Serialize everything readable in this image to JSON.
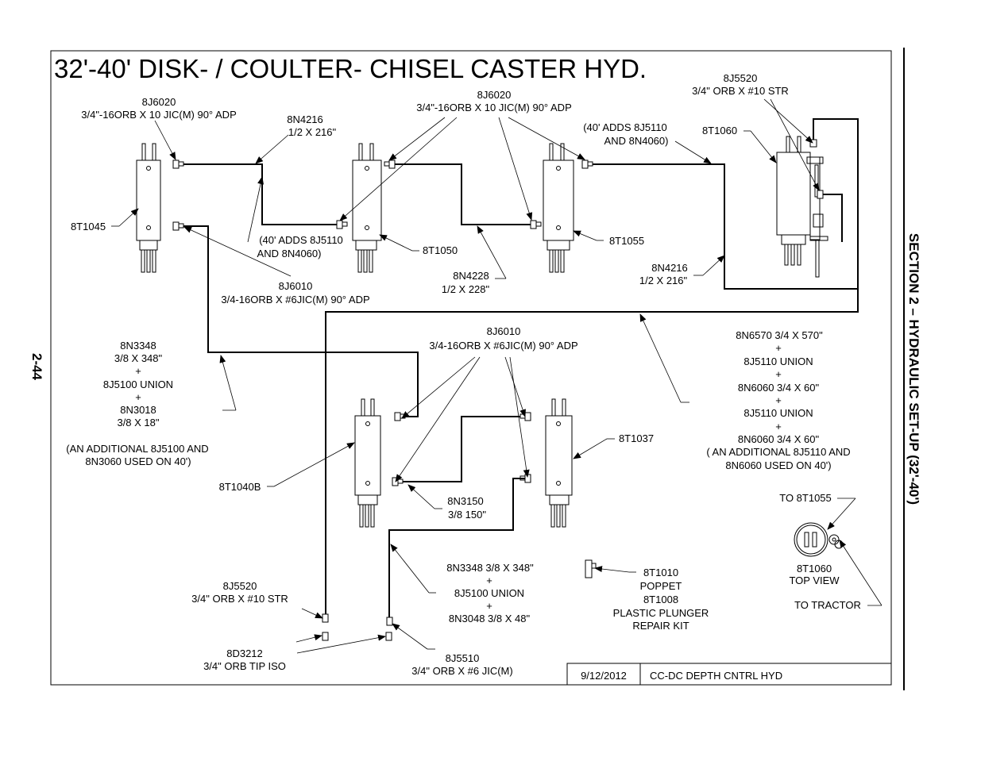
{
  "title": "32'-40' DISK- / COULTER- CHISEL CASTER HYD.",
  "section_label": "SECTION 2 – HYDRAULIC SET-UP (32'-40')",
  "page_number": "2-44",
  "footer": {
    "date": "9/12/2012",
    "drawing_name": "CC-DC DEPTH CNTRL HYD"
  },
  "labels": {
    "a1": "8J6020",
    "a2": "3/4\"-16ORB X 10 JIC(M) 90° ADP",
    "b1": "8N4216",
    "b2": "1/2 X 216\"",
    "c1": "8J6020",
    "c2": "3/4\"-16ORB X 10 JIC(M) 90° ADP",
    "d1": "8J5520",
    "d2": "3/4\" ORB X #10 STR",
    "e1": "(40' ADDS 8J5110",
    "e2": "AND 8N4060)",
    "f1": "8T1060",
    "g1": "8T1045",
    "h1": "(40' ADDS 8J5110",
    "h2": "AND 8N4060)",
    "i1": "8T1050",
    "j1": "8T1055",
    "k1": "8N4228",
    "k2": "1/2 X 228\"",
    "l1": "8N4216",
    "l2": "1/2 X 216\"",
    "m1": "8J6010",
    "m2": "3/4-16ORB X #6JIC(M) 90° ADP",
    "n1": "8J6010",
    "n2": "3/4-16ORB X #6JIC(M) 90° ADP",
    "o1": "8N3348",
    "o2": "3/8 X 348\"",
    "o3": "+",
    "o4": "8J5100 UNION",
    "o5": "+",
    "o6": "8N3018",
    "o7": "3/8 X 18\"",
    "p1": "(AN ADDITIONAL 8J5100 AND",
    "p2": "8N3060 USED ON 40')",
    "q1": "8N6570 3/4 X 570\"",
    "q2": "+",
    "q3": "8J5110 UNION",
    "q4": "+",
    "q5": "8N6060 3/4 X 60\"",
    "q6": "+",
    "q7": "8J5110 UNION",
    "q8": "+",
    "q9": "8N6060 3/4 X 60\"",
    "q10": "( AN ADDITIONAL 8J5110 AND",
    "q11": "8N6060 USED ON 40')",
    "r1": "8T1037",
    "s1": "8T1040B",
    "t1": "8N3150",
    "t2": "3/8 150\"",
    "u1": "TO 8T1055",
    "v1": "8T1060",
    "v2": "TOP VIEW",
    "w1": "TO TRACTOR",
    "x1": "8N3348 3/8 X 348\"",
    "x2": "+",
    "x3": "8J5100 UNION",
    "x4": "+",
    "x5": "8N3048 3/8 X 48\"",
    "y1": "8T1010",
    "y2": "POPPET",
    "y3": "8T1008",
    "y4": "PLASTIC PLUNGER",
    "y5": "REPAIR KIT",
    "z1": "8J5520",
    "z2": "3/4\" ORB X #10 STR",
    "aa1": "8D3212",
    "aa2": "3/4\" ORB TIP ISO",
    "bb1": "8J5510",
    "bb2": "3/4\" ORB X #6 JIC(M)"
  }
}
